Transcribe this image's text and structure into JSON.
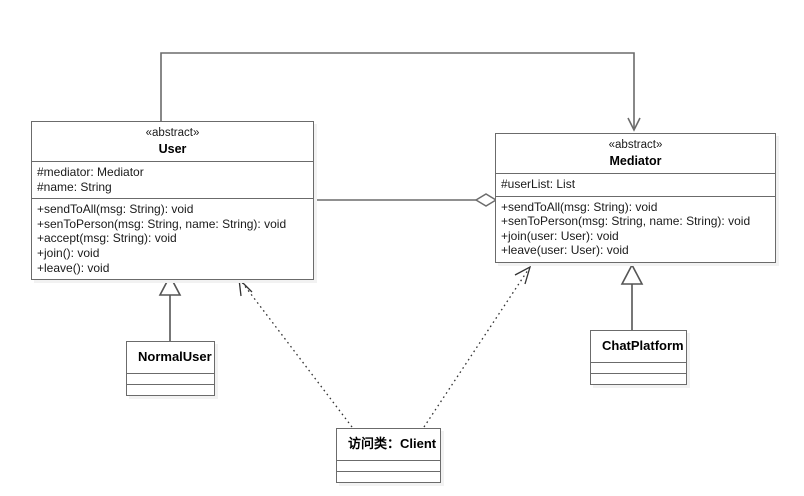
{
  "diagram": {
    "title": "Mediator pattern class diagram",
    "background_color": "#ffffff",
    "line_color": "#6b6b6b",
    "shadow_color": "#f2f2f2",
    "classes": [
      {
        "id": "user",
        "stereotype": "«abstract»",
        "name": "User",
        "attributes": [
          "#mediator: Mediator",
          "#name: String"
        ],
        "operations": [
          "+sendToAll(msg: String): void",
          "+senToPerson(msg: String, name: String): void",
          "+accept(msg: String): void",
          "+join(): void",
          "+leave(): void"
        ]
      },
      {
        "id": "mediator",
        "stereotype": "«abstract»",
        "name": "Mediator",
        "attributes": [
          "#userList: List"
        ],
        "operations": [
          "+sendToAll(msg: String): void",
          "+senToPerson(msg: String, name: String): void",
          "+join(user: User): void",
          "+leave(user: User): void"
        ]
      },
      {
        "id": "normaluser",
        "stereotype": "",
        "name": "NormalUser",
        "attributes": [],
        "operations": []
      },
      {
        "id": "chatplatform",
        "stereotype": "",
        "name": "ChatPlatform",
        "attributes": [],
        "operations": []
      },
      {
        "id": "client",
        "stereotype": "",
        "name": "访问类：Client",
        "attributes": [],
        "operations": []
      }
    ],
    "relations": [
      {
        "id": "user-to-mediator-association",
        "type": "directed-association",
        "from": "user",
        "to": "mediator",
        "style": "solid",
        "arrow": "open-arrow"
      },
      {
        "id": "user-to-mediator-aggregation",
        "type": "aggregation",
        "from": "user",
        "to": "mediator",
        "style": "solid",
        "arrow": "hollow-diamond"
      },
      {
        "id": "normaluser-to-user-generalization",
        "type": "generalization",
        "from": "normaluser",
        "to": "user",
        "style": "solid",
        "arrow": "hollow-triangle"
      },
      {
        "id": "chatplatform-to-mediator-generalization",
        "type": "generalization",
        "from": "chatplatform",
        "to": "mediator",
        "style": "solid",
        "arrow": "hollow-triangle"
      },
      {
        "id": "client-to-user-dependency",
        "type": "dependency",
        "from": "client",
        "to": "user",
        "style": "dotted",
        "arrow": "open-arrow"
      },
      {
        "id": "client-to-mediator-dependency",
        "type": "dependency",
        "from": "client",
        "to": "mediator",
        "style": "dotted",
        "arrow": "open-arrow"
      }
    ]
  }
}
